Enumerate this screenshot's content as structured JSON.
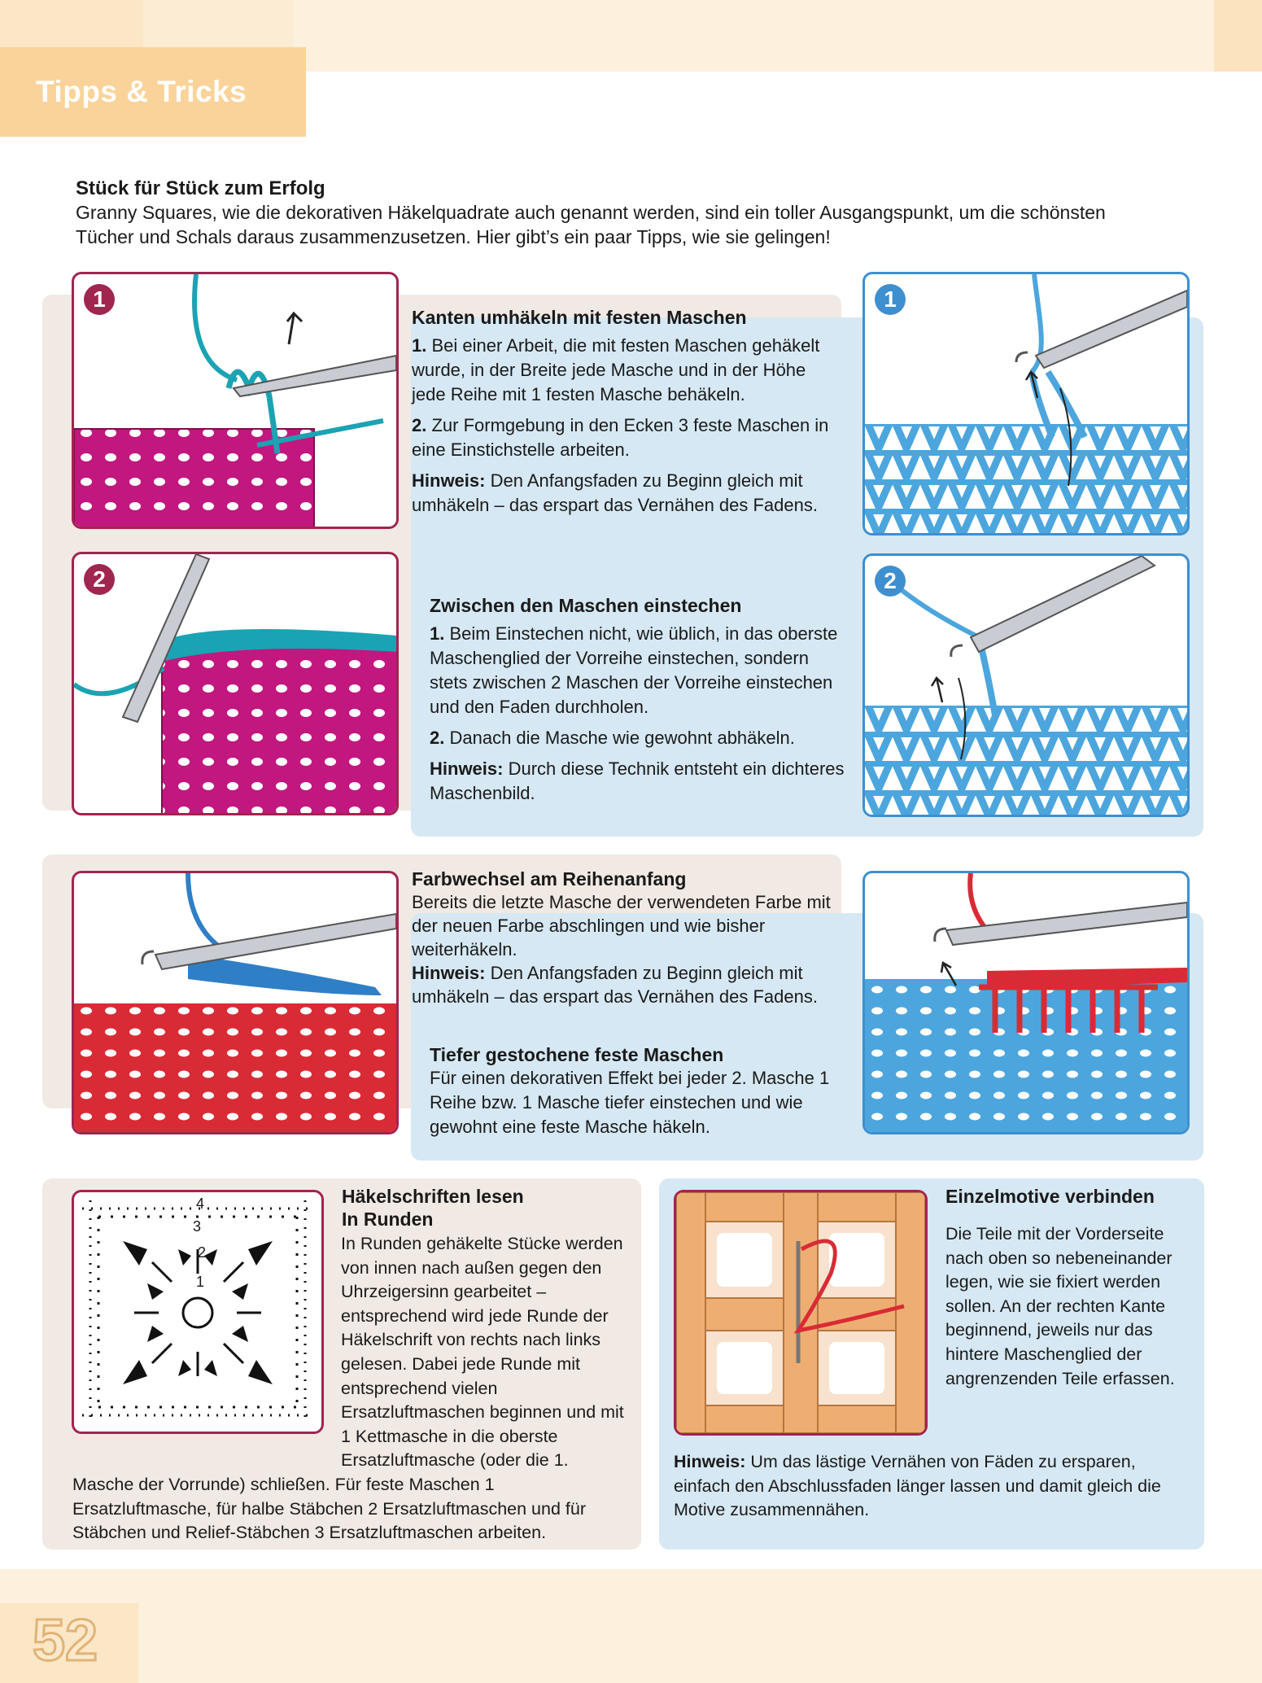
{
  "header": {
    "tab_label": "Tipps & Tricks"
  },
  "intro": {
    "title": "Stück für Stück zum Erfolg",
    "text": "Granny Squares, wie die dekorativen Häkelquadrate auch genannt werden, sind ein toller Ausgangspunkt, um die schönsten Tücher und Schals daraus zusammenzusetzen. Hier gibt’s ein paar Tipps, wie sie gelingen!"
  },
  "kanten": {
    "title": "Kanten umhäkeln mit festen Maschen",
    "step1_num": "1.",
    "step1": "Bei einer Arbeit, die mit festen Maschen gehäkelt wurde, in der Breite jede Masche und in der Höhe jede Reihe mit 1 festen Masche behäkeln.",
    "step2_num": "2.",
    "step2": "Zur Formgebung in den Ecken 3 feste Maschen in eine Einstichstelle arbeiten.",
    "hint_label": "Hinweis:",
    "hint": "Den Anfangsfaden zu Beginn gleich mit umhäkeln – das erspart das Vernähen des Fadens."
  },
  "zwischen": {
    "title": "Zwischen den Maschen einstechen",
    "step1_num": "1.",
    "step1": "Beim Einstechen nicht, wie üblich, in das oberste Maschenglied der Vorreihe einstechen, sondern stets zwischen 2 Maschen der Vorreihe einstechen und den Faden durchholen.",
    "step2_num": "2.",
    "step2": "Danach die Masche wie gewohnt abhäkeln.",
    "hint_label": "Hinweis:",
    "hint": "Durch diese Technik entsteht ein dichteres Maschenbild."
  },
  "farbwechsel": {
    "title": "Farbwechsel am Reihenanfang",
    "text": "Bereits die letzte Masche der verwendeten Farbe mit der neuen Farbe abschlingen und wie bisher weiterhäkeln.",
    "hint_label": "Hinweis:",
    "hint": "Den Anfangsfaden zu Beginn gleich mit umhäkeln – das erspart das Vernähen des Fadens."
  },
  "tiefer": {
    "title": "Tiefer gestochene feste Maschen",
    "text": "Für einen dekorativen Effekt bei jeder 2. Masche 1 Reihe bzw. 1 Masche tiefer einstechen und wie gewohnt eine feste Masche häkeln."
  },
  "haekelschriften": {
    "title": "Häkelschriften lesen",
    "subtitle": "In Runden",
    "text": "In Runden gehäkelte Stücke werden von innen nach außen gegen den Uhrzeigersinn gearbeitet – entsprechend wird jede Runde der Häkelschrift von rechts nach links gelesen. Dabei jede Runde mit entsprechend vielen Ersatzluftmaschen beginnen und mit 1 Kettmasche in die oberste Ersatzluftmasche (oder die 1. Masche der Vorrunde) schließen. Für feste Maschen 1 Ersatzluftmasche, für halbe Stäbchen 2 Ersatzluftmaschen und für Stäbchen und Relief-Stäbchen 3 Ersatzluftmaschen arbeiten.",
    "round_labels": [
      "1",
      "2",
      "3",
      "4"
    ]
  },
  "einzelmotive": {
    "title": "Einzelmotive verbinden",
    "text": "Die Teile mit der Vorderseite nach oben so nebeneinander legen, wie sie fixiert werden sollen. An der rechten Kante beginnend, jeweils nur das hintere Maschenglied der angrenzenden Teile erfassen.",
    "hint_label": "Hinweis:",
    "hint": "Um das lästige Vernähen von Fäden zu ersparen, einfach den Abschlussfaden länger lassen und damit gleich die Motive zusammennähen."
  },
  "badges": {
    "one": "1",
    "two": "2"
  },
  "footer": {
    "page_number": "52"
  },
  "colors": {
    "magenta": "#c2177f",
    "turquoise": "#1aa3b3",
    "sky": "#4ca6dd",
    "red": "#d92b35",
    "tan": "#eeae72",
    "frame_pink": "#a0254f",
    "frame_blue": "#3e8fcf",
    "header": "#fad39a"
  }
}
